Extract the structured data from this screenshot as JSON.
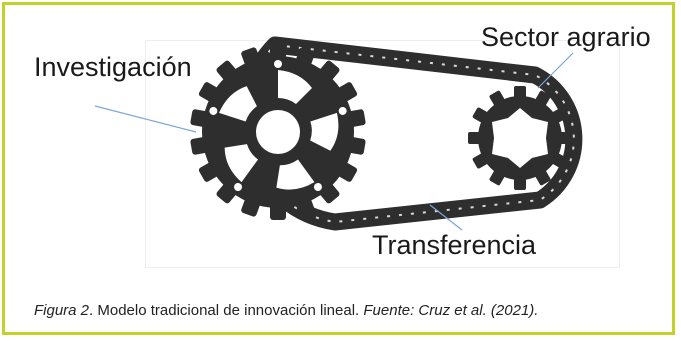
{
  "diagram": {
    "labels": {
      "investigacion": "Investigación",
      "sector_agrario": "Sector agrario",
      "transferencia": "Transferencia"
    }
  },
  "caption": {
    "figure_label": "Figura 2",
    "description": ". Modelo tradicional de innovación lineal. ",
    "source": "Fuente: Cruz et al. (2021)."
  },
  "colors": {
    "border": "#c5d12b",
    "chain": "#2e2e2e",
    "pointer_line": "#7aa6d6"
  }
}
